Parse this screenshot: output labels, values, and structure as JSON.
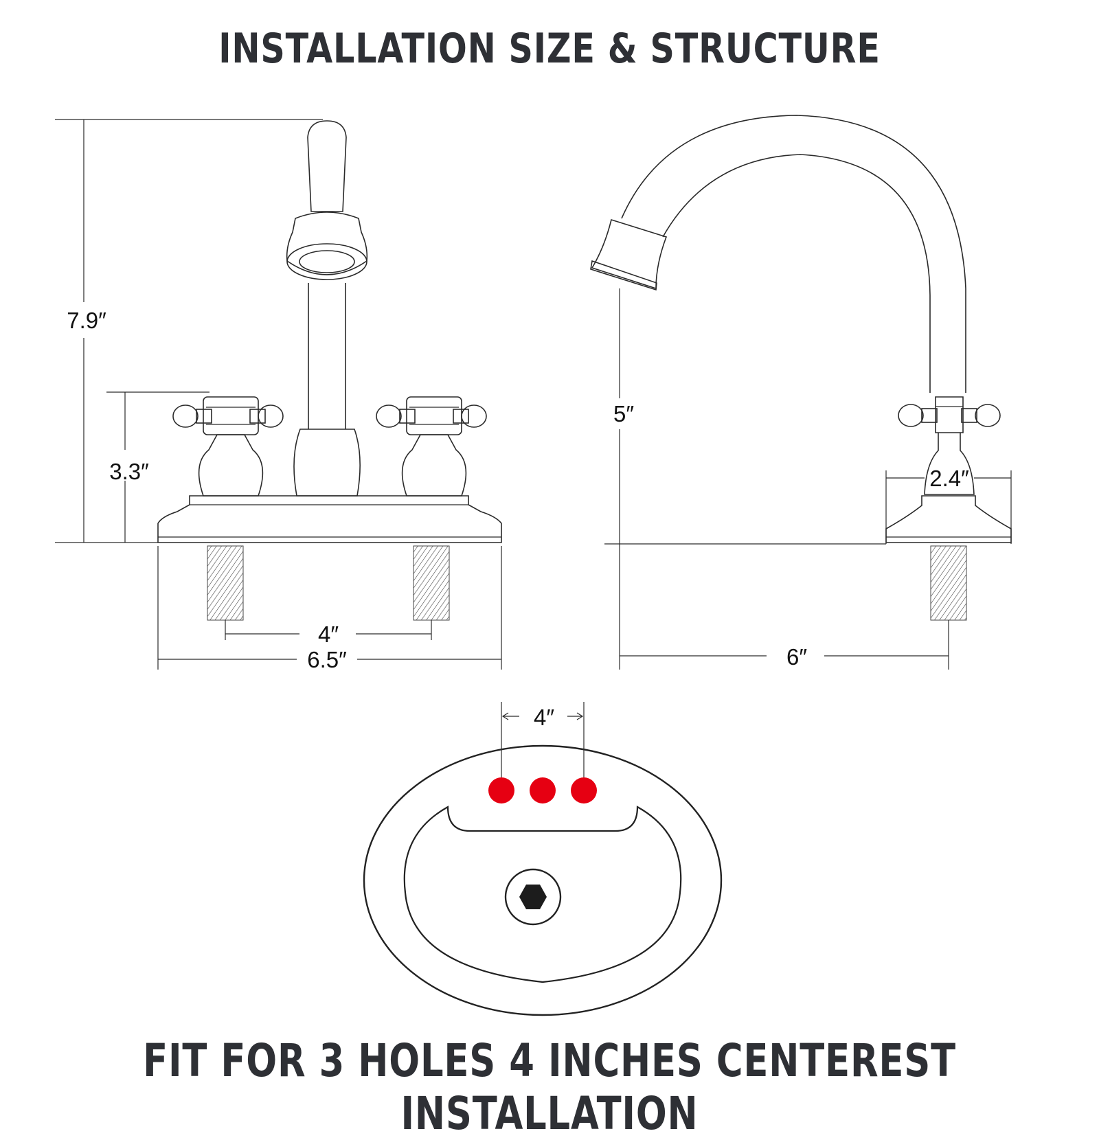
{
  "title": "INSTALLATION SIZE & STRUCTURE",
  "footer": "FIT FOR 3 HOLES 4 INCHES CENTEREST INSTALLATION",
  "dimensions": {
    "total_height": "7.9″",
    "handle_height": "3.3″",
    "hole_spacing": "4″",
    "base_width": "6.5″",
    "spout_height": "5″",
    "base_depth": "2.4″",
    "spout_reach": "6″",
    "sink_hole_spacing": "4″"
  },
  "colors": {
    "line": "#2a2a2a",
    "title": "#2e3035",
    "hole": "#e60012"
  }
}
